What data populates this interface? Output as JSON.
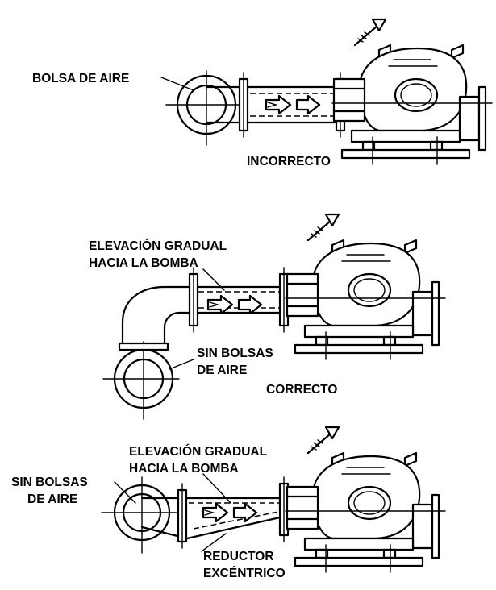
{
  "panels": [
    {
      "id": "incorrect",
      "labels": [
        "BOLSA DE AIRE"
      ],
      "verdict": "INCORRECTO"
    },
    {
      "id": "correct-gradual",
      "labels": [
        "ELEVACIÓN GRADUAL",
        "HACIA LA BOMBA",
        "SIN BOLSAS",
        "DE AIRE"
      ],
      "verdict": "CORRECTO"
    },
    {
      "id": "correct-reducer",
      "labels": [
        "ELEVACIÓN GRADUAL",
        "HACIA LA BOMBA",
        "SIN BOLSAS",
        "DE AIRE",
        "REDUCTOR",
        "EXCÉNTRICO"
      ]
    }
  ],
  "icons": [
    "pump-icon",
    "flow-arrow-icon",
    "rotation-arrow-icon",
    "pipe-elbow-icon"
  ]
}
